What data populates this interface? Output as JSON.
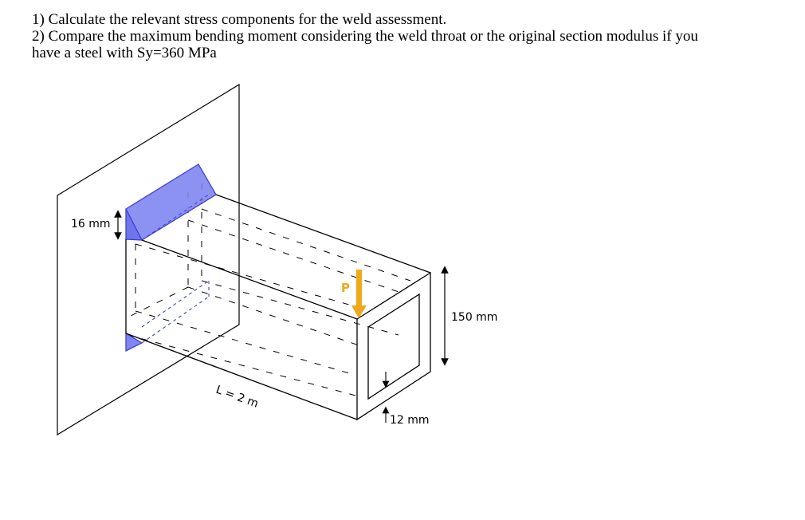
{
  "problem": {
    "item1": "1) Calculate the relevant stress components for the weld assessment.",
    "item2_line1": "2) Compare the maximum bending moment considering the weld throat or the original section modulus if you",
    "item2_line2": "have a steel with Sy=360 MPa"
  },
  "diagram": {
    "weld_size_label": "16 mm",
    "height_label": "150 mm",
    "thickness_label": "12 mm",
    "length_label": "L = 2 m",
    "load_label": "P",
    "colors": {
      "weld_fill": "#7f86f0",
      "weld_stroke": "#3f3fd6",
      "load_arrow": "#f0a81c",
      "load_label": "#f0a81c",
      "lines": "#000000"
    }
  }
}
